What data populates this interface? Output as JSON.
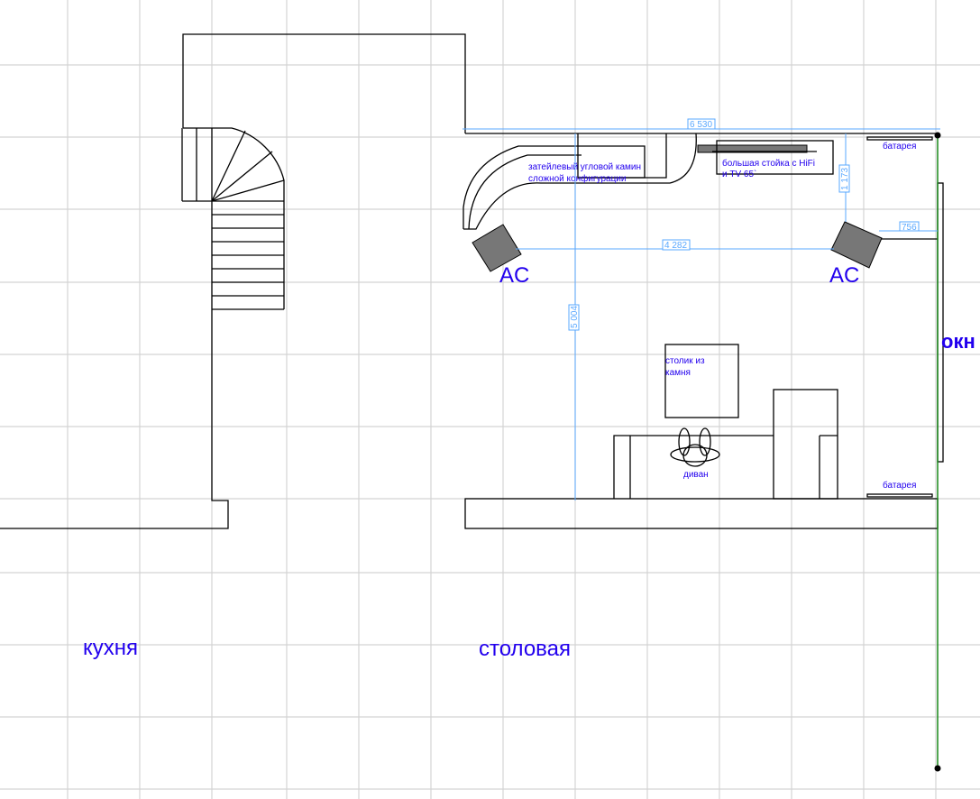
{
  "rooms": {
    "kitchen": "кухня",
    "dining": "столовая",
    "window": "окн"
  },
  "labels": {
    "fireplace_line1": "затейлевый угловой камин",
    "fireplace_line2": "сложной конфигурации",
    "stand_line1": "большая стойка с HiFi",
    "stand_line2": "и TV 65`",
    "radiator_top": "батарея",
    "radiator_bottom": "батарея",
    "table_line1": "столик из",
    "table_line2": "камня",
    "sofa": "диван",
    "speaker_left": "AC",
    "speaker_right": "AC"
  },
  "dimensions": {
    "width_total": "6 530",
    "speaker_spacing": "4 282",
    "depth": "5 004",
    "speaker_to_wall": "1 173",
    "speaker_to_window": "756"
  },
  "colors": {
    "label": "#2200ee",
    "dimension": "#5aa8ff",
    "grid": "#d4d4d4",
    "speaker": "#777777",
    "axis": "#1a8a1a"
  }
}
